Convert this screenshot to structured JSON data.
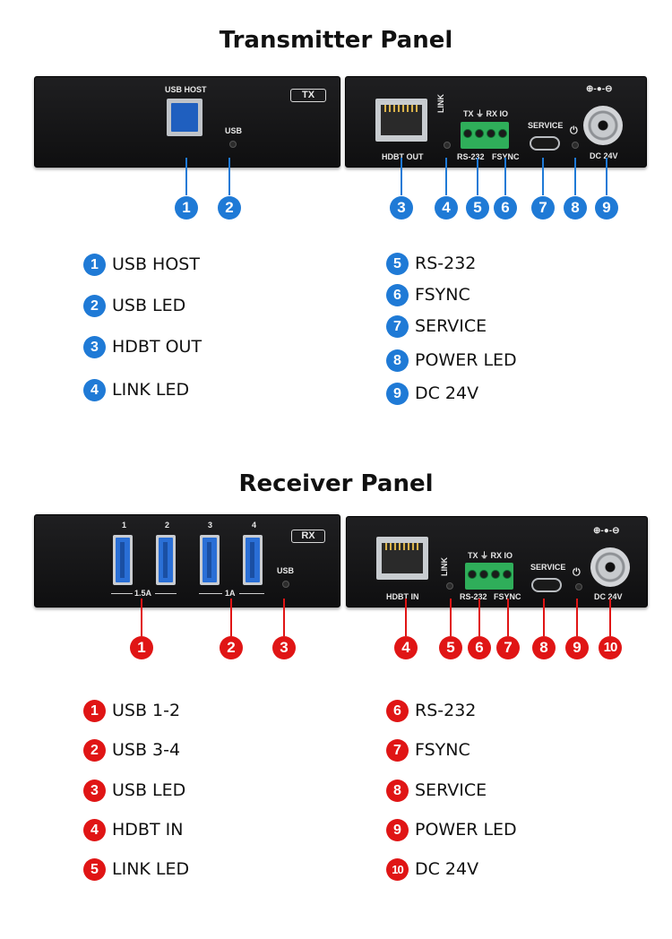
{
  "tx": {
    "title": "Transmitter Panel",
    "left_panel": {
      "usb_host": "USB HOST",
      "usb": "USB",
      "tag": "TX"
    },
    "right_panel": {
      "hdbt_out": "HDBT OUT",
      "link": "LINK",
      "tx_rx_io": "TX ⏚ RX IO",
      "rs232": "RS-232",
      "fsync": "FSYNC",
      "service": "SERVICE",
      "dc": "DC 24V",
      "power_symbol": "⏻",
      "polarity": "⊕-●-⊖"
    },
    "callouts": [
      "1",
      "2",
      "3",
      "4",
      "5",
      "6",
      "7",
      "8",
      "9"
    ],
    "legend": [
      {
        "n": "1",
        "label": "USB HOST"
      },
      {
        "n": "2",
        "label": "USB LED"
      },
      {
        "n": "3",
        "label": "HDBT OUT"
      },
      {
        "n": "4",
        "label": "LINK LED"
      },
      {
        "n": "5",
        "label": "RS-232"
      },
      {
        "n": "6",
        "label": "FSYNC"
      },
      {
        "n": "7",
        "label": "SERVICE"
      },
      {
        "n": "8",
        "label": "POWER LED"
      },
      {
        "n": "9",
        "label": "DC 24V"
      }
    ],
    "color": "#1f7ad6"
  },
  "rx": {
    "title": "Receiver Panel",
    "left_panel": {
      "port1": "1",
      "port2": "2",
      "port3": "3",
      "port4": "4",
      "current_a": "1.5A",
      "current_b": "1A",
      "usb": "USB",
      "tag": "RX"
    },
    "right_panel": {
      "hdbt_in": "HDBT IN",
      "link": "LINK",
      "tx_rx_io": "TX ⏚ RX IO",
      "rs232": "RS-232",
      "fsync": "FSYNC",
      "service": "SERVICE",
      "dc": "DC 24V",
      "power_symbol": "⏻",
      "polarity": "⊕-●-⊖"
    },
    "callouts": [
      "1",
      "2",
      "3",
      "4",
      "5",
      "6",
      "7",
      "8",
      "9",
      "10"
    ],
    "legend": [
      {
        "n": "1",
        "label": "USB 1-2"
      },
      {
        "n": "2",
        "label": "USB 3-4"
      },
      {
        "n": "3",
        "label": "USB LED"
      },
      {
        "n": "4",
        "label": "HDBT IN"
      },
      {
        "n": "5",
        "label": "LINK LED"
      },
      {
        "n": "6",
        "label": "RS-232"
      },
      {
        "n": "7",
        "label": "FSYNC"
      },
      {
        "n": "8",
        "label": "SERVICE"
      },
      {
        "n": "9",
        "label": "POWER LED"
      },
      {
        "n": "10",
        "label": "DC 24V"
      }
    ],
    "color": "#e01515"
  }
}
